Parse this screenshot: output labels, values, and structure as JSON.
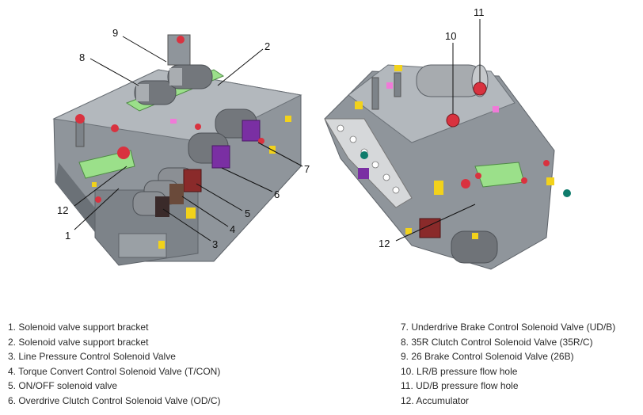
{
  "callouts": {
    "c1": "1",
    "c2": "2",
    "c3": "3",
    "c4": "4",
    "c5": "5",
    "c6": "6",
    "c7": "7",
    "c8": "8",
    "c9": "9",
    "c10": "10",
    "c11": "11",
    "c12a": "12",
    "c12b": "12"
  },
  "legend": {
    "left": [
      "1. Solenoid valve support bracket",
      "2. Solenoid valve support bracket",
      "3. Line Pressure Control Solenoid Valve",
      "4. Torque Convert Control Solenoid Valve (T/CON)",
      "5. ON/OFF solenoid valve",
      "6. Overdrive Clutch Control Solenoid Valve (OD/C)"
    ],
    "right": [
      "7. Underdrive Brake Control Solenoid Valve (UD/B)",
      "8. 35R Clutch Control Solenoid Valve (35R/C)",
      "9. 26 Brake Control Solenoid Valve (26B)",
      "10. LR/B pressure flow hole",
      "11. UD/B pressure flow hole",
      "12. Accumulator"
    ]
  },
  "colors": {
    "body": "#8f959b",
    "body_dark": "#6b7177",
    "body_light": "#b9bec3",
    "bracket": "#9be08a",
    "solenoid": "#73777c",
    "solenoid_light": "#a9adb1",
    "connector_purple": "#7a2fa3",
    "connector_red": "#8a2a2a",
    "plug_red": "#d9323f",
    "marker_yellow": "#f2d21b",
    "marker_pink": "#f07ad8",
    "marker_teal": "#0f7c6c"
  }
}
